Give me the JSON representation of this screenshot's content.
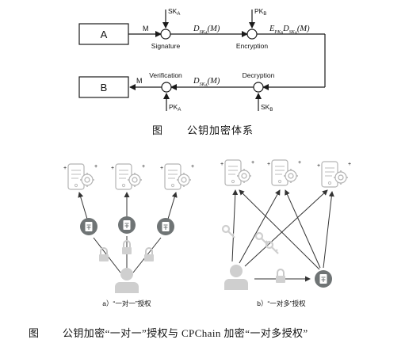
{
  "top_diagram": {
    "box_a": "A",
    "box_b": "B",
    "msg_top": "M",
    "msg_bottom": "M",
    "sk_a": "SK",
    "sk_a_sub": "A",
    "pk_b": "PK",
    "pk_b_sub": "B",
    "pk_a": "PK",
    "pk_a_sub": "A",
    "sk_b": "SK",
    "sk_b_sub": "B",
    "signature_label": "Signature",
    "encryption_label": "Encryption",
    "verification_label": "Verification",
    "decryption_label": "Decryption",
    "sig_value_top": "D_SK_A(M)",
    "enc_value": "E_PK_B D_SK_A(M)",
    "sig_value_bottom": "D_SK_A(M)",
    "caption_prefix": "图",
    "caption_text": "公钥加密体系"
  },
  "bottom_diagram": {
    "label_a": "a）“一对一”授权",
    "label_b": "b）“一对多”授权",
    "caption_prefix": "图",
    "caption_text": "公钥加密“一对一”授权与 CPChain 加密“一对多授权”"
  },
  "colors": {
    "line": "#1a1a1a",
    "icon_gray": "#b0b0b0",
    "circle_dark": "#6f7475",
    "light_gray": "#cfcfcf"
  }
}
